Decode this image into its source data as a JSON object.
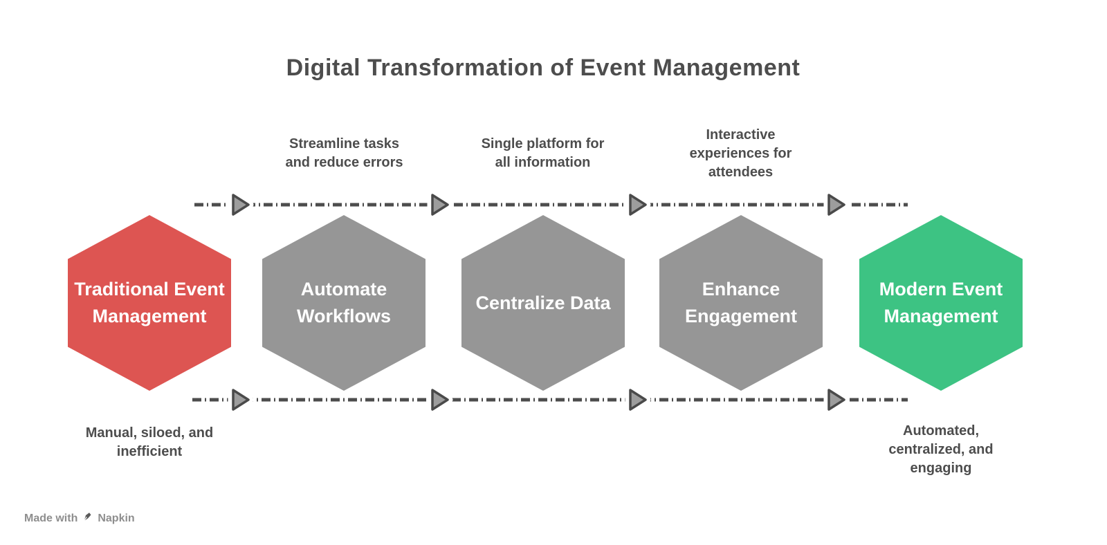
{
  "title": "Digital Transformation of Event Management",
  "stages": [
    {
      "label": "Traditional Event Management",
      "color": "#DD5552",
      "note": "Manual, siloed, and inefficient",
      "note_position": "below"
    },
    {
      "label": "Automate Workflows",
      "color": "#969696",
      "note": "Streamline tasks and reduce errors",
      "note_position": "above"
    },
    {
      "label": "Centralize Data",
      "color": "#969696",
      "note": "Single platform for all information",
      "note_position": "above"
    },
    {
      "label": "Enhance Engagement",
      "color": "#969696",
      "note": "Interactive experiences for attendees",
      "note_position": "above"
    },
    {
      "label": "Modern Event Management",
      "color": "#3DC383",
      "note": "Automated, centralized, and engaging",
      "note_position": "below"
    }
  ],
  "flow": {
    "direction": "left-to-right",
    "line_style": "dashed"
  },
  "watermark": {
    "prefix": "Made with",
    "brand": "Napkin"
  },
  "icons": {
    "arrowhead": "triangle-right",
    "napkin_logo": "pen-nib"
  },
  "colors": {
    "background": "#FFFFFF",
    "title_text": "#4D4D4D",
    "note_text": "#4D4D4D",
    "stage_label_text": "#FFFFFF",
    "hexagon_border": "#FFFFFF",
    "flow_line": "#4D4D4D",
    "arrowhead_fill": "#9D9D9D",
    "arrowhead_stroke": "#4A4A4A",
    "traditional_red": "#DD5552",
    "neutral_gray": "#969696",
    "modern_green": "#3DC383",
    "watermark_text": "#8E8E8E"
  }
}
